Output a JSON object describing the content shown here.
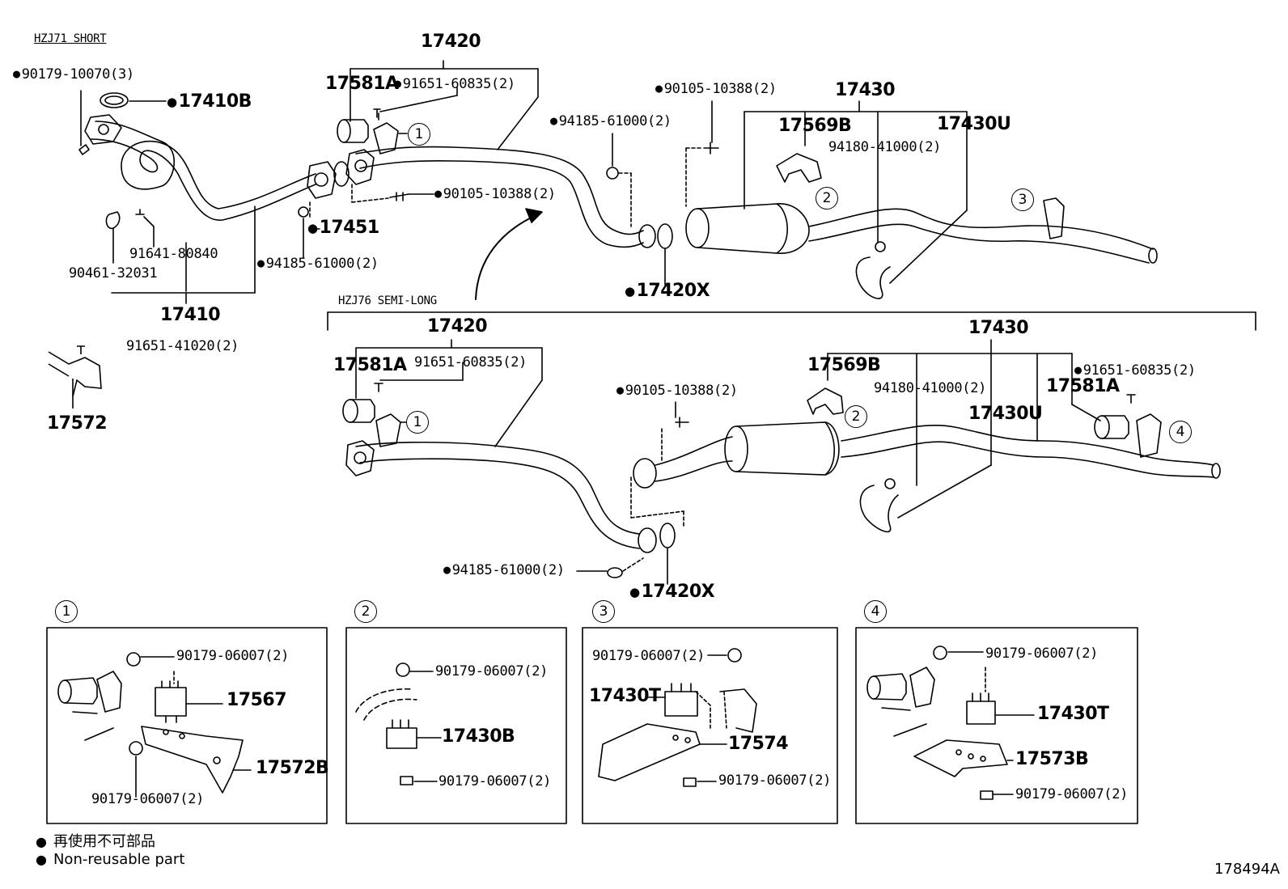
{
  "variants": {
    "top": "HZJ71 SHORT",
    "bottom": "HZJ76 SEMI-LONG"
  },
  "top": {
    "p17420": "17420",
    "p17581A": "17581A",
    "p91651_60835": "91651-60835(2)",
    "p90179_10070": "90179-10070(3)",
    "p17410B": "17410B",
    "p90105_10388a": "90105-10388(2)",
    "p94185_61000a": "94185-61000(2)",
    "p17451": "17451",
    "p94185_61000b": "94185-61000(2)",
    "p91641_80840": "91641-80840",
    "p90461_32031": "90461-32031",
    "p17410": "17410",
    "p90105_10388b": "90105-10388(2)",
    "p17420X": "17420X",
    "p17430": "17430",
    "p17569B": "17569B",
    "p94180_41000": "94180-41000(2)",
    "p17430U": "17430U",
    "p91651_41020": "91651-41020(2)",
    "p17572": "17572"
  },
  "bottom": {
    "p17420": "17420",
    "p17581A": "17581A",
    "p91651_60835": "91651-60835(2)",
    "p90105_10388": "90105-10388(2)",
    "p94185_61000": "94185-61000(2)",
    "p17420X": "17420X",
    "p17430": "17430",
    "p17569B": "17569B",
    "p94180_41000": "94180-41000(2)",
    "p17430U": "17430U",
    "p91651_60835b": "91651-60835(2)",
    "p17581Ab": "17581A"
  },
  "detail1": {
    "num": "1",
    "a": "90179-06007(2)",
    "b": "17567",
    "c": "17572B",
    "d": "90179-06007(2)"
  },
  "detail2": {
    "num": "2",
    "a": "90179-06007(2)",
    "b": "17430B",
    "c": "90179-06007(2)"
  },
  "detail3": {
    "num": "3",
    "a": "90179-06007(2)",
    "b": "17430T",
    "c": "17574",
    "d": "90179-06007(2)"
  },
  "detail4": {
    "num": "4",
    "a": "90179-06007(2)",
    "b": "17430T",
    "c": "17573B",
    "d": "90179-06007(2)"
  },
  "callouts": {
    "c1": "1",
    "c2": "2",
    "c3": "3",
    "c4": "4"
  },
  "legend": {
    "line1": "再使用不可部品",
    "line2": "Non-reusable part",
    "bullet": "●"
  },
  "reference": "178494A"
}
